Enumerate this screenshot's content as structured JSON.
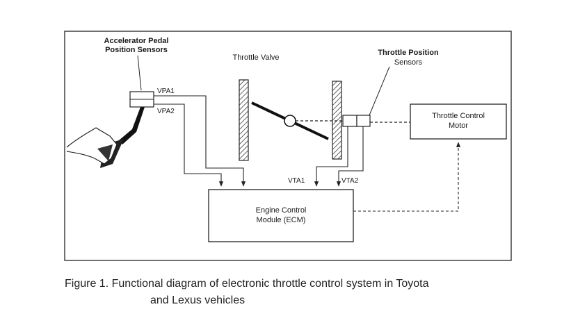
{
  "labels": {
    "accel_line1": "Accelerator Pedal",
    "accel_line2": "Position Sensors",
    "throttle_valve": "Throttle Valve",
    "tps_line1": "Throttle Position",
    "tps_line2": "Sensors",
    "motor_line1": "Throttle Control",
    "motor_line2": "Motor",
    "vpa1": "VPA1",
    "vpa2": "VPA2",
    "vta1": "VTA1",
    "vta2": "VTA2",
    "ecm_line1": "Engine Control",
    "ecm_line2": "Module (ECM)"
  },
  "caption": {
    "line1": "Figure 1.  Functional diagram of electronic throttle control system in Toyota",
    "line2": "and Lexus vehicles"
  }
}
